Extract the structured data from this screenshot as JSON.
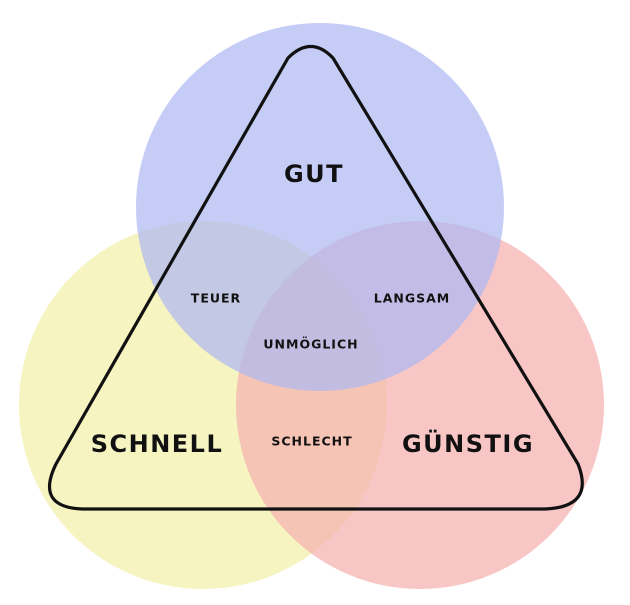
{
  "diagram": {
    "circles": [
      {
        "id": "gut",
        "label": "GUT",
        "color": "#AEB9F2"
      },
      {
        "id": "schnell",
        "label": "SCHNELL",
        "color": "#F4F1B0"
      },
      {
        "id": "guenstig",
        "label": "GÜNSTIG",
        "color": "#F5B2AE"
      }
    ],
    "intersections": {
      "gut_schnell": "TEUER",
      "gut_guenstig": "LANGSAM",
      "schnell_guenstig": "SCHLECHT",
      "all": "UNMÖGLICH"
    },
    "triangle_color": "#111111"
  }
}
